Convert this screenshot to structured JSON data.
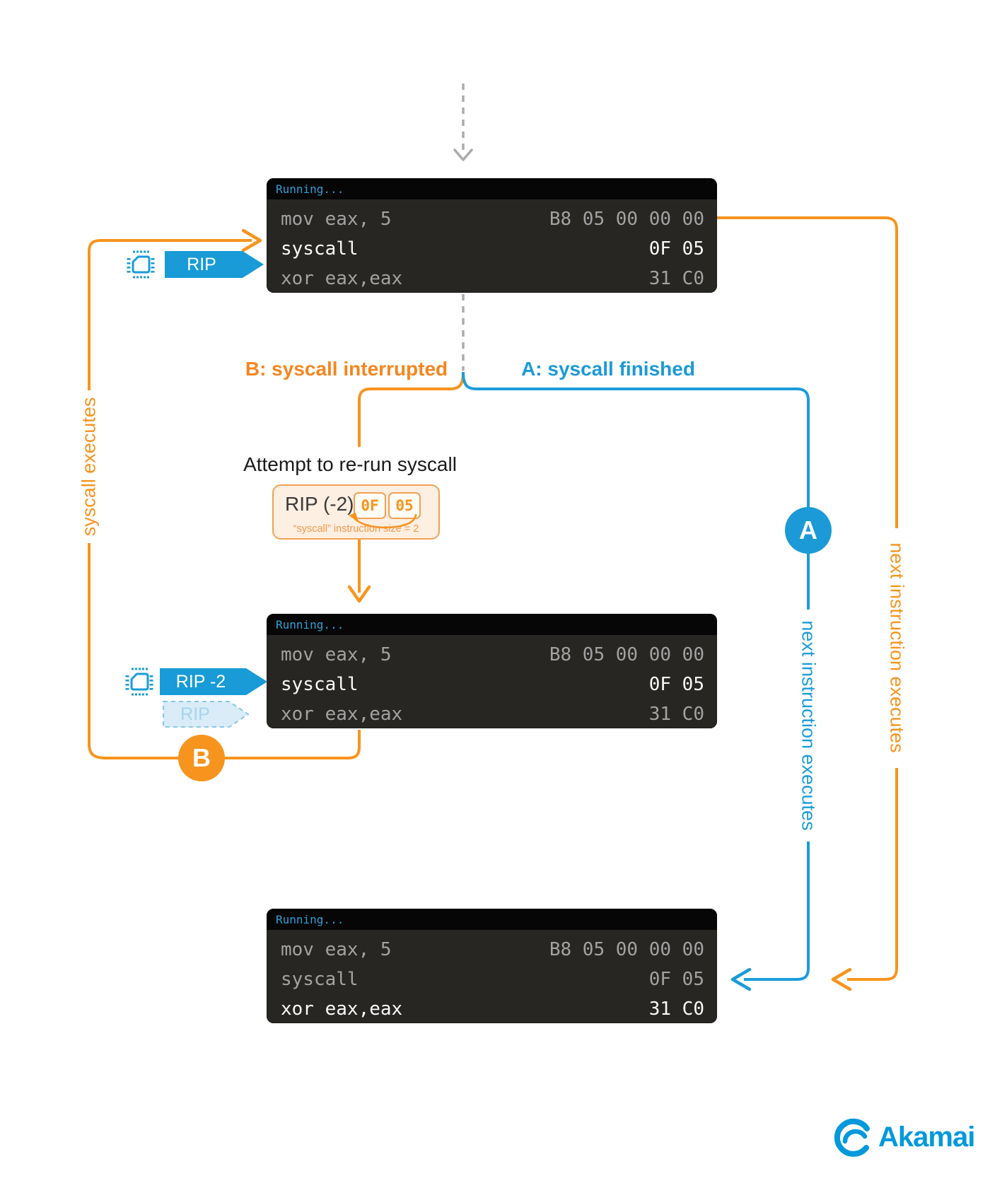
{
  "labels": {
    "branch_b": "B: syscall interrupted",
    "branch_a": "A: syscall finished",
    "rerun_title": "Attempt to re-run syscall",
    "syscall_executes": "syscall executes",
    "next_instruction_blue": "next instruction executes",
    "next_instruction_orange": "next instruction executes",
    "badge_a": "A",
    "badge_b": "B"
  },
  "rip_box": {
    "label": "RIP (-2)",
    "bytes": [
      "0F",
      "05"
    ],
    "caption": "“syscall” instruction size = 2"
  },
  "markers": {
    "rip": "RIP",
    "rip_minus_2": "RIP -2",
    "ghost_rip": "RIP"
  },
  "terminals": [
    {
      "title": "Running...",
      "rows": [
        {
          "asm": "mov eax, 5",
          "bytes": "B8 05 00 00 00",
          "highlight": false
        },
        {
          "asm": "syscall",
          "bytes": "0F 05",
          "highlight": true
        },
        {
          "asm": "xor eax,eax",
          "bytes": "31 C0",
          "highlight": false
        }
      ]
    },
    {
      "title": "Running...",
      "rows": [
        {
          "asm": "mov eax, 5",
          "bytes": "B8 05 00 00 00",
          "highlight": false
        },
        {
          "asm": "syscall",
          "bytes": "0F 05",
          "highlight": true
        },
        {
          "asm": "xor eax,eax",
          "bytes": "31 C0",
          "highlight": false
        }
      ]
    },
    {
      "title": "Running...",
      "rows": [
        {
          "asm": "mov eax, 5",
          "bytes": "B8 05 00 00 00",
          "highlight": false
        },
        {
          "asm": "syscall",
          "bytes": "0F 05",
          "highlight": false
        },
        {
          "asm": "xor eax,eax",
          "bytes": "31 C0",
          "highlight": true
        }
      ]
    }
  ],
  "logo": {
    "text": "Akamai"
  },
  "colors": {
    "orange": "#F7941E",
    "blue": "#1B9CD9"
  }
}
